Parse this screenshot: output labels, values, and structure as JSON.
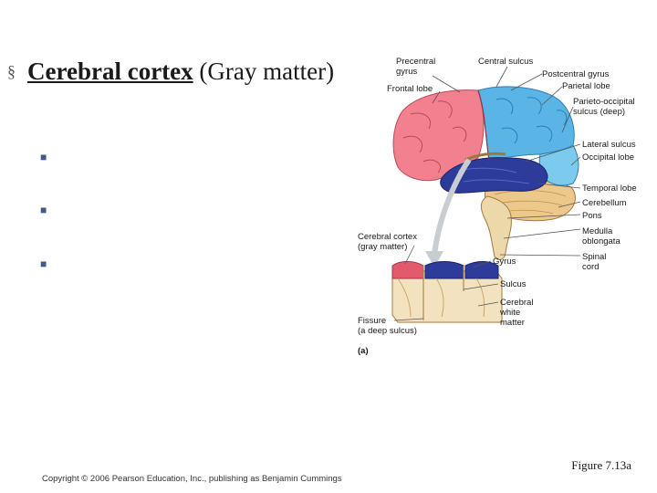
{
  "slide": {
    "bullet_glyph": "§",
    "title_underlined": "Cerebral cortex",
    "title_rest": " (Gray matter)",
    "sub_bullet_glyph": "■",
    "sub_bullets": [
      "",
      "",
      ""
    ]
  },
  "figure": {
    "labels": {
      "precentral_gyrus": "Precentral\ngyrus",
      "central_sulcus": "Central sulcus",
      "postcentral_gyrus": "Postcentral gyrus",
      "frontal_lobe": "Frontal lobe",
      "parietal_lobe": "Parietal lobe",
      "parieto_occipital": "Parieto-occipital\nsulcus (deep)",
      "lateral_sulcus": "Lateral sulcus",
      "occipital_lobe": "Occipital lobe",
      "temporal_lobe": "Temporal lobe",
      "cerebellum": "Cerebellum",
      "pons": "Pons",
      "medulla": "Medulla\noblongata",
      "spinal_cord": "Spinal\ncord",
      "cerebral_cortex": "Cerebral cortex\n(gray matter)",
      "gyrus": "Gyrus",
      "sulcus": "Sulcus",
      "white_matter": "Cerebral\nwhite\nmatter",
      "fissure": "Fissure\n(a deep sulcus)",
      "panel": "(a)"
    },
    "colors": {
      "frontal": "#f2808f",
      "parietal": "#5ab4e6",
      "occipital": "#7ccbee",
      "temporal": "#2d3c9a",
      "cerebellum": "#ecc98b",
      "brainstem": "#ecd8a8",
      "white_matter": "#f3e2c0",
      "leader": "#555555",
      "arrow": "#c8cdd2"
    }
  },
  "caption": "Figure 7.13a",
  "copyright": "Copyright © 2006 Pearson Education, Inc., publishing as Benjamin Cummings"
}
